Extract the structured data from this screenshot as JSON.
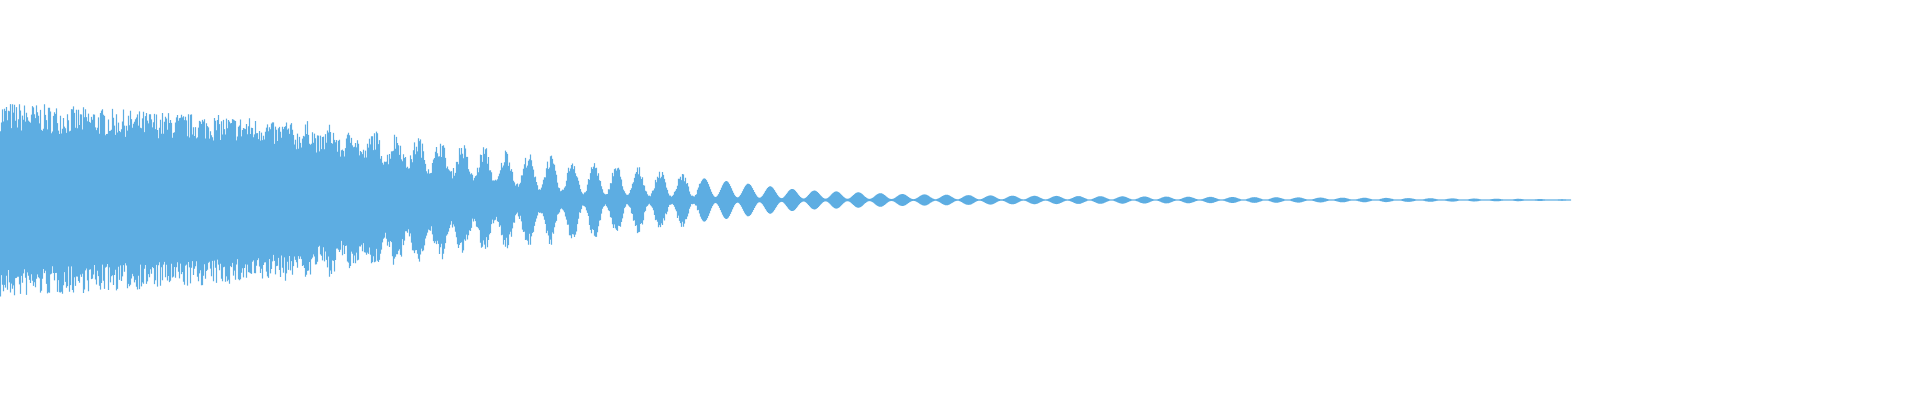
{
  "waveform": {
    "color": "#5dade2",
    "background": "#ffffff",
    "envelope": [
      {
        "t": 0.0,
        "amp": 0.43
      },
      {
        "t": 0.052,
        "amp": 0.4
      },
      {
        "t": 0.156,
        "amp": 0.35
      },
      {
        "t": 0.208,
        "amp": 0.3
      },
      {
        "t": 0.26,
        "amp": 0.23
      },
      {
        "t": 0.313,
        "amp": 0.17
      },
      {
        "t": 0.365,
        "amp": 0.11
      },
      {
        "t": 0.417,
        "amp": 0.05
      },
      {
        "t": 0.469,
        "amp": 0.03
      },
      {
        "t": 0.521,
        "amp": 0.022
      },
      {
        "t": 0.625,
        "amp": 0.016
      },
      {
        "t": 0.729,
        "amp": 0.01
      },
      {
        "t": 0.818,
        "amp": 0.004
      }
    ]
  }
}
